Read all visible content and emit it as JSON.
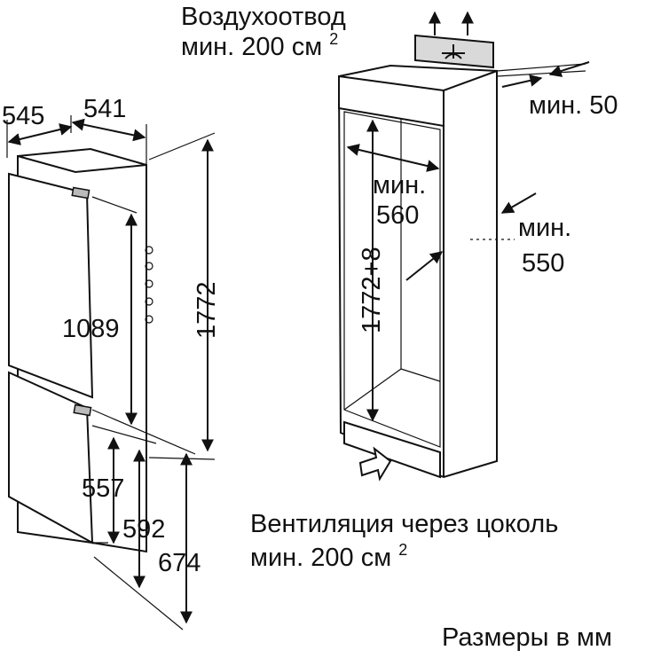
{
  "top_note": {
    "line1": "Воздухоотвод",
    "line2": "мин. 200 см",
    "sup": "2"
  },
  "bottom_note": {
    "line1": "Вентиляция через цоколь",
    "line2": "мин. 200 см",
    "sup": "2"
  },
  "units_note": "Размеры в мм",
  "appliance_dims": {
    "depth_total": "545",
    "depth_body": "541",
    "height_total": "1772",
    "height_upper_door": "1089",
    "dim_557": "557",
    "dim_592": "592",
    "dim_674": "674"
  },
  "niche_dims": {
    "height": "1772+8",
    "width_prefix": "мин.",
    "width": "560",
    "depth_prefix": "мин.",
    "depth": "550",
    "top_gap": "мин. 50"
  },
  "colors": {
    "line": "#111111",
    "shade": "#d9d9d9",
    "background": "#ffffff"
  }
}
